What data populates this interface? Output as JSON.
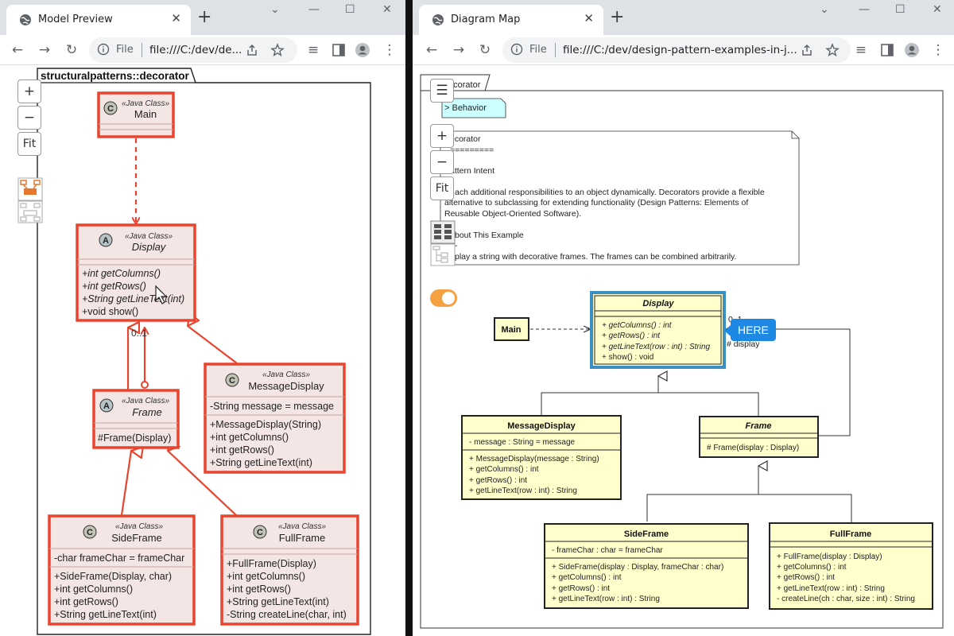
{
  "left_window": {
    "tab_title": "Model Preview",
    "url_scheme": "File",
    "url": "file:///C:/dev/de...",
    "package_name": "structuralpatterns::decorator",
    "controls": {
      "zoom_in": "+",
      "zoom_out": "−",
      "fit": "Fit"
    },
    "classes": {
      "main": {
        "stereotype": "«Java Class»",
        "name": "Main"
      },
      "display": {
        "stereotype": "«Java Class»",
        "name": "Display",
        "methods": [
          "+int getColumns()",
          "+int getRows()",
          "+String getLineText(int)",
          "+void show()"
        ]
      },
      "frame": {
        "stereotype": "«Java Class»",
        "name": "Frame",
        "methods": [
          "#Frame(Display)"
        ]
      },
      "message_display": {
        "stereotype": "«Java Class»",
        "name": "MessageDisplay",
        "fields": [
          "-String message = message"
        ],
        "methods": [
          "+MessageDisplay(String)",
          "+int getColumns()",
          "+int getRows()",
          "+String getLineText(int)"
        ]
      },
      "side_frame": {
        "stereotype": "«Java Class»",
        "name": "SideFrame",
        "fields": [
          "-char frameChar = frameChar"
        ],
        "methods": [
          "+SideFrame(Display, char)",
          "+int getColumns()",
          "+int getRows()",
          "+String getLineText(int)"
        ]
      },
      "full_frame": {
        "stereotype": "«Java Class»",
        "name": "FullFrame",
        "methods": [
          "+FullFrame(Display)",
          "+int getColumns()",
          "+int getRows()",
          "+String getLineText(int)",
          "-String createLine(char, int)"
        ]
      }
    },
    "multiplicity": "0..1"
  },
  "right_window": {
    "tab_title": "Diagram Map",
    "url_scheme": "File",
    "url": "file:///C:/dev/design-pattern-examples-in-j...",
    "package_tab": "ecorator",
    "controls": {
      "menu": "☰",
      "zoom_in": "+",
      "zoom_out": "−",
      "fit": "Fit"
    },
    "behavior_note": "> Behavior",
    "note_lines": [
      "ecorator",
      "=========",
      "attern Intent",
      "-",
      "ach additional responsibilities to an object dynamically. Decorators provide a flexible",
      "alternative to subclassing for extending functionality (Design Patterns: Elements of",
      "Reusable Object-Oriented Software).",
      "bout This Example",
      "-",
      "play a string with decorative frames. The frames can be combined arbitrarily."
    ],
    "here_label": "HERE",
    "multiplicity": "0..1",
    "assoc_role": "# display",
    "classes": {
      "main": {
        "name": "Main"
      },
      "display": {
        "name": "Display",
        "methods": [
          "+ getColumns() : int",
          "+ getRows() : int",
          "+ getLineText(row : int) : String",
          "+ show() : void"
        ]
      },
      "message_display": {
        "name": "MessageDisplay",
        "fields": [
          "- message : String = message"
        ],
        "methods": [
          "+ MessageDisplay(message : String)",
          "+ getColumns() : int",
          "+ getRows() : int",
          "+ getLineText(row : int) : String"
        ]
      },
      "frame": {
        "name": "Frame",
        "methods": [
          "# Frame(display : Display)"
        ]
      },
      "side_frame": {
        "name": "SideFrame",
        "fields": [
          "- frameChar : char = frameChar"
        ],
        "methods": [
          "+ SideFrame(display : Display, frameChar : char)",
          "+ getColumns() : int",
          "+ getRows() : int",
          "+ getLineText(row : int) : String"
        ]
      },
      "full_frame": {
        "name": "FullFrame",
        "methods": [
          "+ FullFrame(display : Display)",
          "+ getColumns() : int",
          "+ getRows() : int",
          "+ getLineText(row : int) : String",
          "- createLine(ch : char, size : int) : String"
        ]
      }
    }
  },
  "colors": {
    "uml_red": "#e8442e",
    "uml_fill": "#f3e6e4",
    "note_yellow": "#ffffcc",
    "accent_blue": "#1e88e5",
    "toggle_orange": "#f5a142",
    "display_highlight": "#3b8fc2"
  }
}
